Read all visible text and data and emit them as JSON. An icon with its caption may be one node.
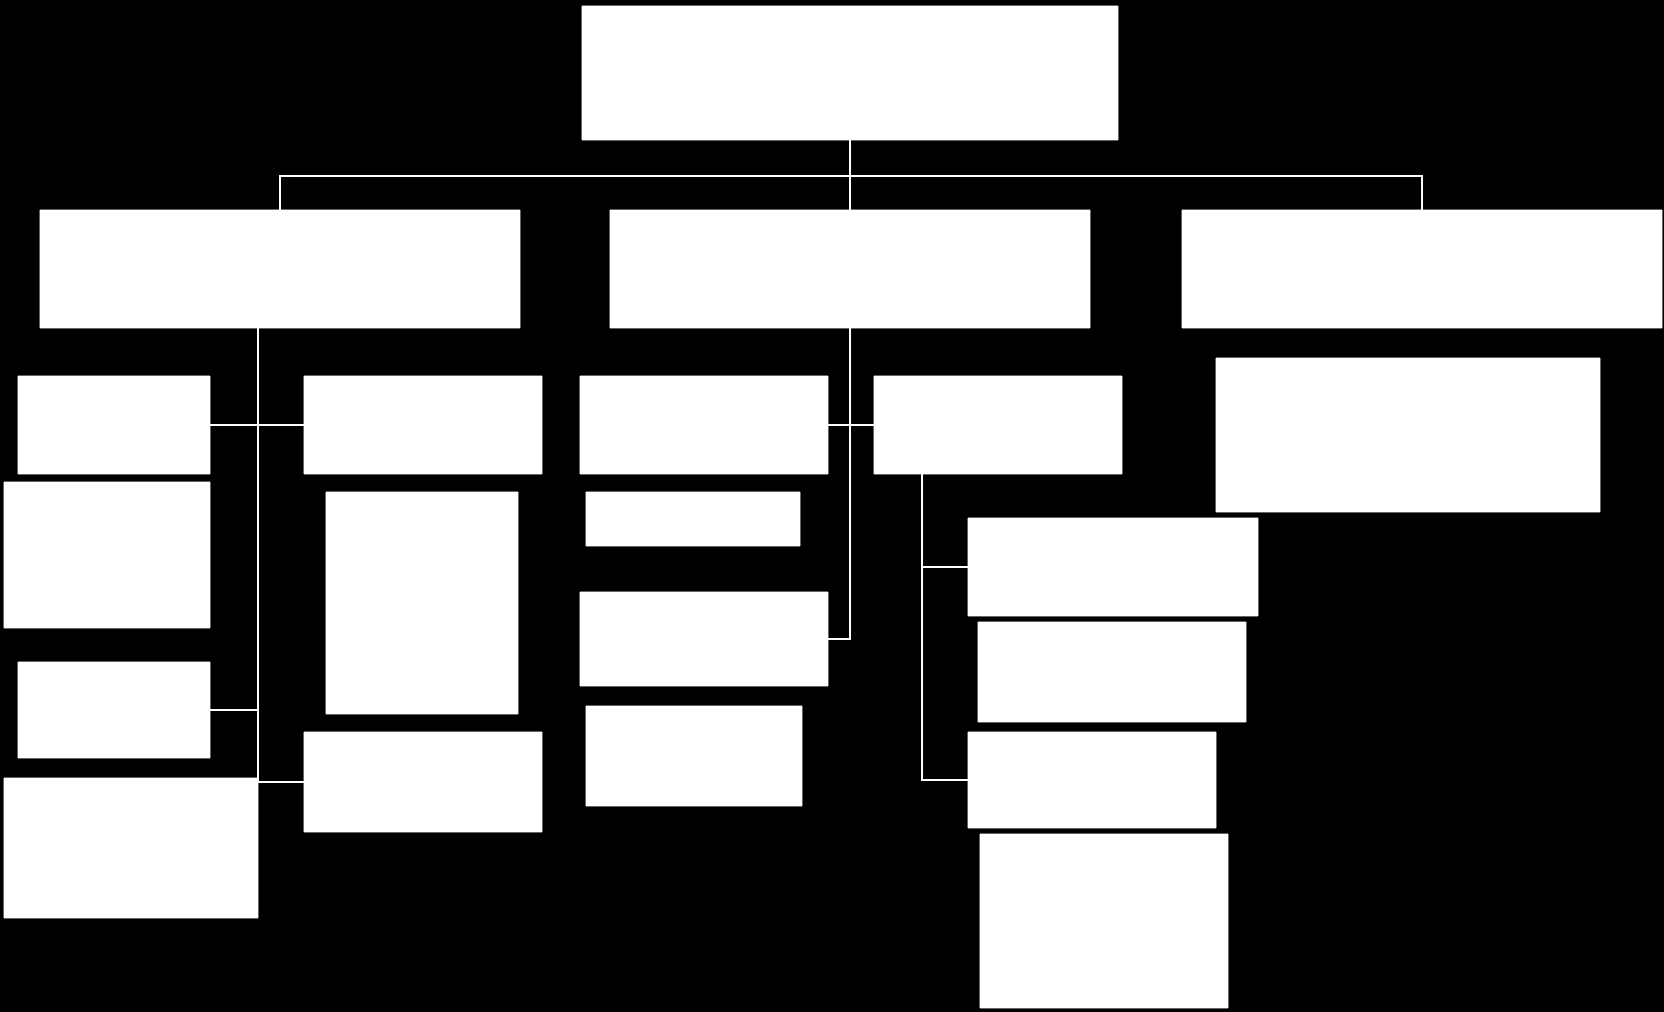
{
  "diagram": {
    "nodes": [
      {
        "text": [],
        "shape": "box"
      },
      {
        "text": [],
        "shape": "box"
      },
      {
        "text": [],
        "shape": "box"
      },
      {
        "text": [],
        "shape": "box"
      },
      {
        "text": [],
        "shape": "box"
      },
      {
        "text": [],
        "shape": "box"
      },
      {
        "text": [],
        "shape": "box"
      },
      {
        "text": [],
        "shape": "box"
      },
      {
        "text": [],
        "shape": "box"
      },
      {
        "text": [],
        "shape": "box"
      },
      {
        "text": [],
        "shape": "box"
      },
      {
        "text": [],
        "shape": "box"
      },
      {
        "text": [],
        "shape": "box"
      },
      {
        "text": [],
        "shape": "box"
      },
      {
        "text": [],
        "shape": "box"
      },
      {
        "text": [],
        "shape": "box"
      },
      {
        "text": [],
        "shape": "box"
      },
      {
        "text": [],
        "shape": "box"
      },
      {
        "text": [],
        "shape": "box"
      },
      {
        "text": [],
        "shape": "box"
      },
      {
        "text": [],
        "shape": "box"
      }
    ],
    "edges": [
      {
        "from": 0,
        "to": 1,
        "arrow": "none"
      },
      {
        "from": 0,
        "to": 2,
        "arrow": "none"
      },
      {
        "from": 0,
        "to": 3,
        "arrow": "none"
      },
      {
        "from": 1,
        "to": 4,
        "arrow": "none"
      },
      {
        "from": 1,
        "to": 8,
        "arrow": "none"
      },
      {
        "from": 1,
        "to": 6,
        "arrow": "none"
      },
      {
        "from": 1,
        "to": 10,
        "arrow": "none"
      },
      {
        "from": 2,
        "to": 11,
        "arrow": "none"
      },
      {
        "from": 2,
        "to": 15,
        "arrow": "none"
      },
      {
        "from": 2,
        "to": 13,
        "arrow": "none"
      },
      {
        "from": 15,
        "to": 16,
        "arrow": "none"
      },
      {
        "from": 15,
        "to": 18,
        "arrow": "none"
      }
    ]
  }
}
